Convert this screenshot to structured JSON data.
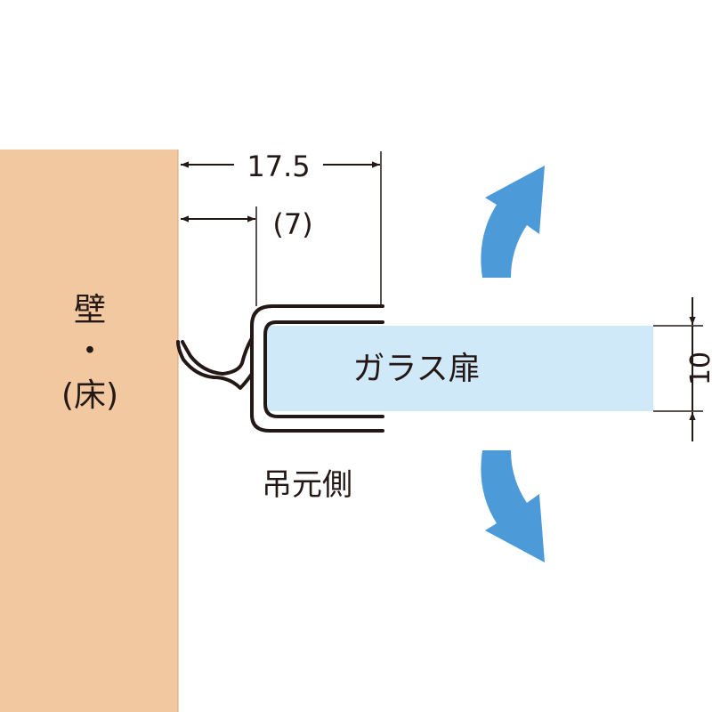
{
  "labels": {
    "wall_line1": "壁",
    "wall_dot": "・",
    "wall_line2": "(床)",
    "glass": "ガラス扉",
    "hinge_side": "吊元側"
  },
  "dimensions": {
    "overall": "17.5",
    "inner": "(7)",
    "thickness": "10"
  },
  "colors": {
    "wall": "#f2c8a0",
    "glass": "#cfe9f9",
    "arrow": "#4d9ad8",
    "line": "#231815"
  }
}
